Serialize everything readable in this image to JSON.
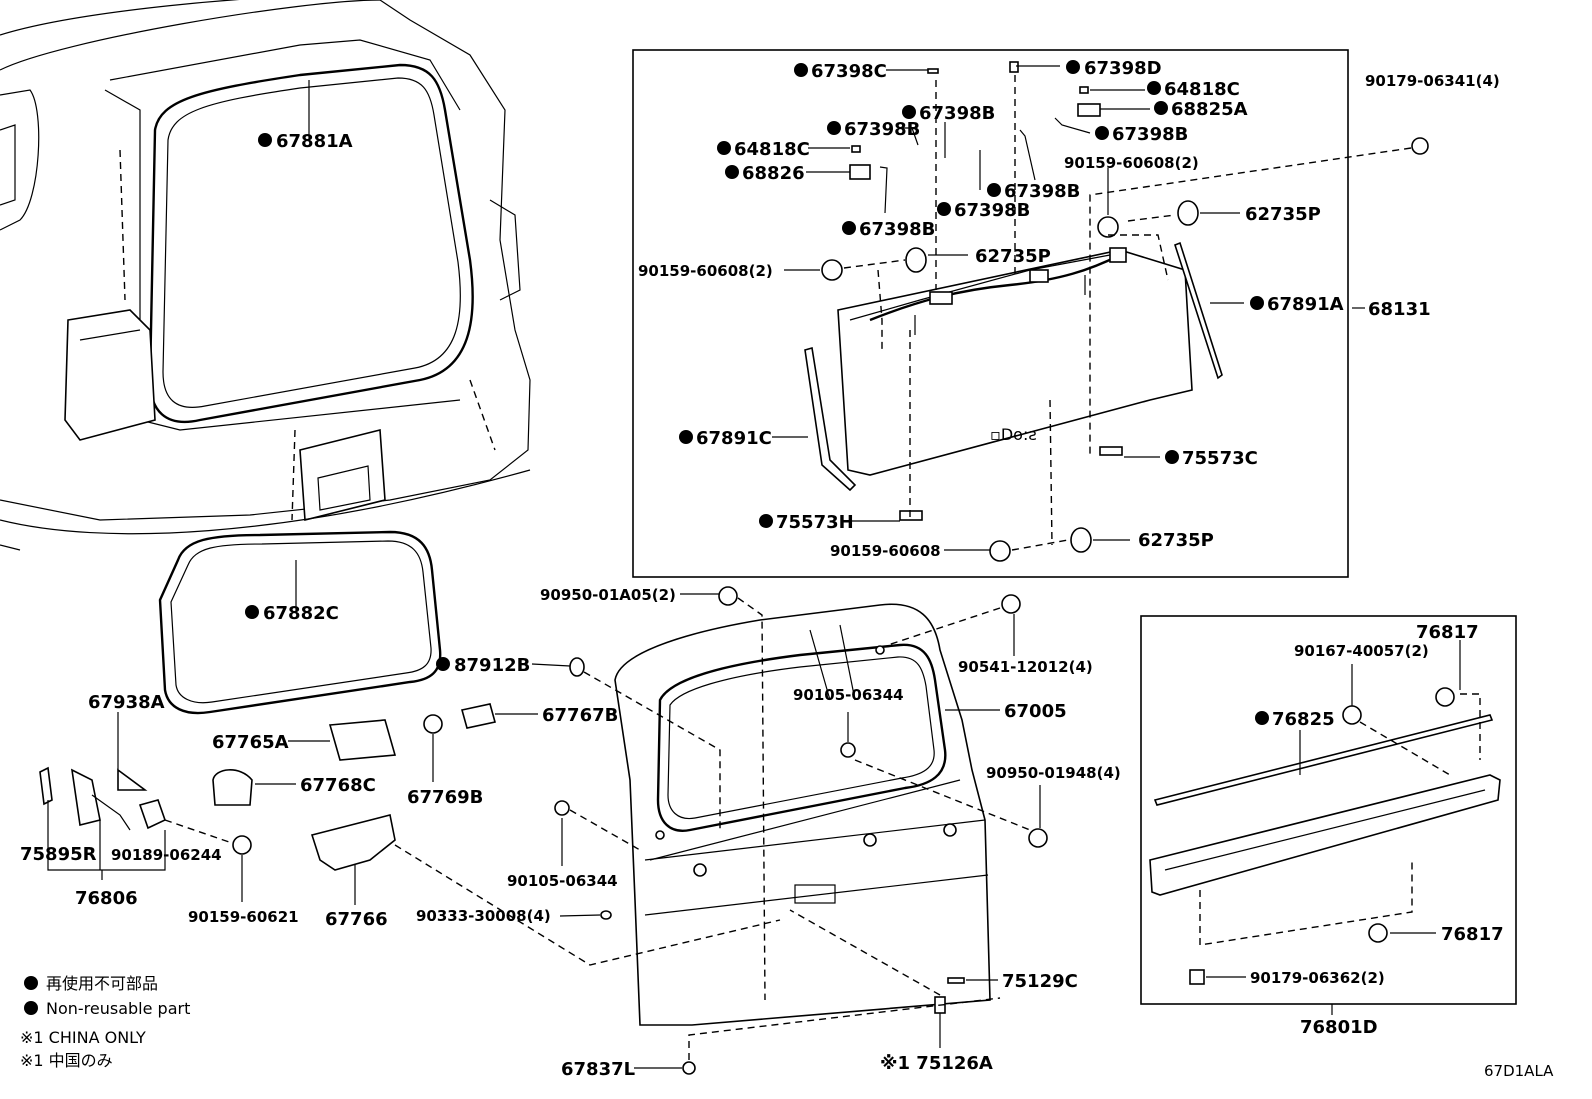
{
  "diagram_code": "67D1ALA",
  "legend": {
    "non_reusable_jp": "再使用不可部品",
    "non_reusable_en": "Non-reusable part",
    "note_en": "※1 CHINA ONLY",
    "note_jp": "※1 中国のみ"
  },
  "labels": {
    "p67881A": "67881A",
    "p67882C": "67882C",
    "p67938A": "67938A",
    "p75895R": "75895R",
    "p90189_06244": "90189-06244",
    "p76806": "76806",
    "p90159_60621": "90159-60621",
    "p67765A": "67765A",
    "p67768C": "67768C",
    "p67769B": "67769B",
    "p67767B": "67767B",
    "p87912B": "87912B",
    "p67766": "67766",
    "p90333_30008": "90333-30008(4)",
    "p90105_06344a": "90105-06344",
    "p90105_06344b": "90105-06344",
    "p90950_01A05": "90950-01A05(2)",
    "p90541_12012": "90541-12012(4)",
    "p67005": "67005",
    "p90950_01948": "90950-01948(4)",
    "p75129C": "75129C",
    "p175126A": "※1 75126A",
    "p67837L": "67837L",
    "p67398C": "67398C",
    "p67398D": "67398D",
    "p64818C_a": "64818C",
    "p68825A": "68825A",
    "p67398B_a": "67398B",
    "p67398B_b": "67398B",
    "p67398B_c": "67398B",
    "p67398B_d": "67398B",
    "p67398B_e": "67398B",
    "p67398B_f": "67398B",
    "p64818C_b": "64818C",
    "p68826": "68826",
    "p90159_60608_2a": "90159-60608(2)",
    "p90159_60608_2b": "90159-60608(2)",
    "p62735P_a": "62735P",
    "p62735P_b": "62735P",
    "p62735P_c": "62735P",
    "p67891A": "67891A",
    "p68131": "68131",
    "p67891C": "67891C",
    "p75573C": "75573C",
    "p75573H": "75573H",
    "p90159_60608": "90159-60608",
    "p90179_06341": "90179-06341(4)",
    "p76817_a": "76817",
    "p90167_40057": "90167-40057(2)",
    "p76825": "76825",
    "p76817_b": "76817",
    "p90179_06362": "90179-06362(2)",
    "p76801D": "76801D"
  }
}
